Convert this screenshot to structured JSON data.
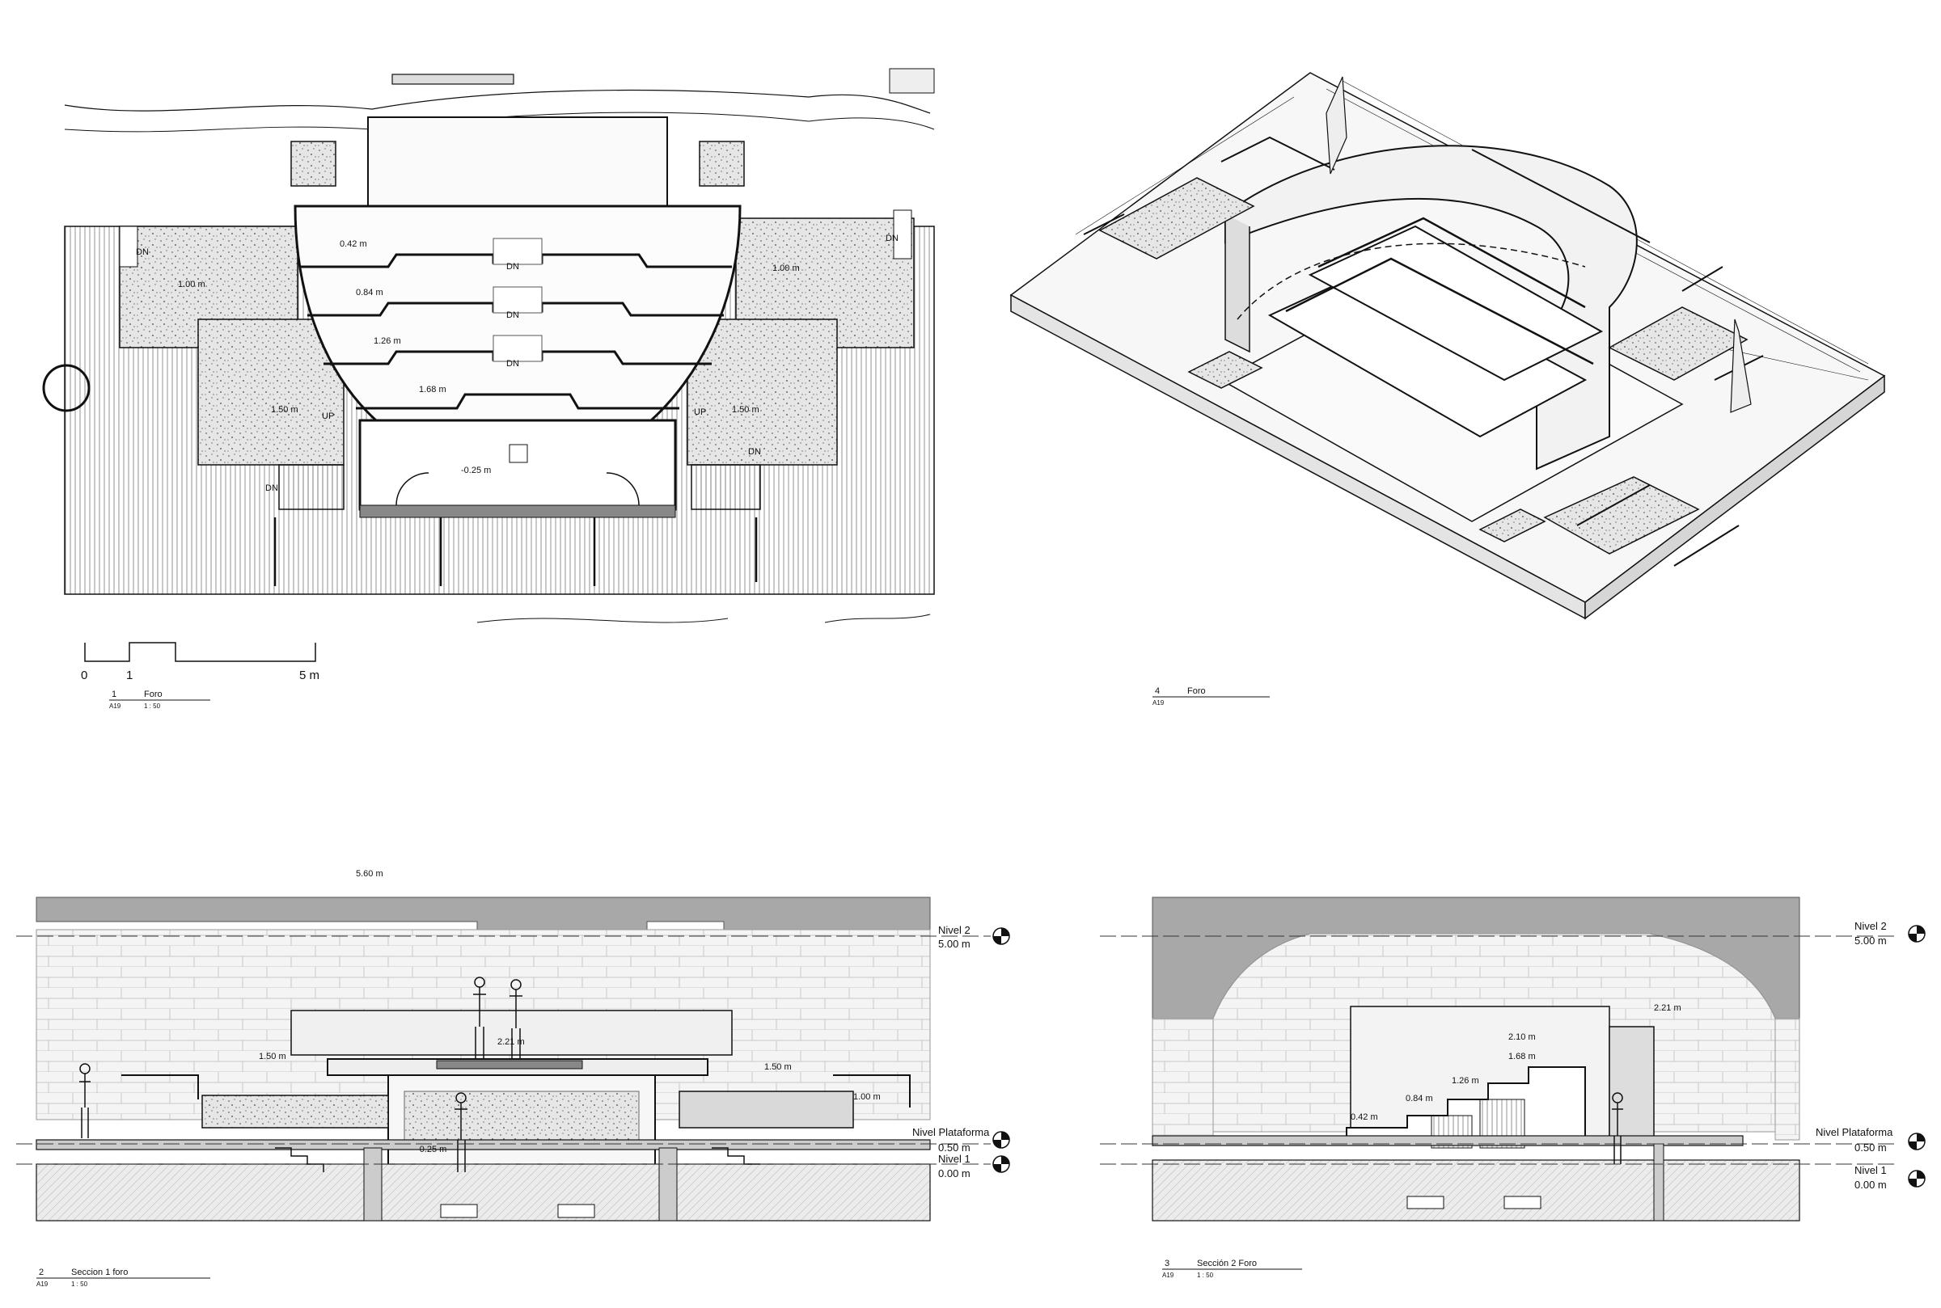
{
  "views": {
    "plan": {
      "number": "1",
      "sheet": "A19",
      "title": "Foro",
      "scale": "1 : 50",
      "levels": [
        "0.42 m",
        "0.84 m",
        "1.26 m",
        "1.68 m",
        "-0.25 m",
        "1.00 m",
        "1.00 m",
        "1.50 m",
        "1.50 m"
      ],
      "stair_labels": {
        "dn": "DN",
        "up": "UP"
      },
      "scalebar": {
        "zero": "0",
        "one": "1",
        "five": "5 m"
      }
    },
    "axon": {
      "number": "4",
      "sheet": "A19",
      "title": "Foro"
    },
    "section1": {
      "number": "2",
      "sheet": "A19",
      "title": "Seccion 1 foro",
      "scale": "1 : 50",
      "dims": [
        "5.60 m",
        "2.21 m",
        "1.50 m",
        "1.50 m",
        "1.00 m",
        "-0.25 m"
      ]
    },
    "section2": {
      "number": "3",
      "sheet": "A19",
      "title": "Sección 2 Foro",
      "scale": "1 : 50",
      "dims": [
        "2.21 m",
        "2.10 m",
        "1.68 m",
        "1.26 m",
        "0.84 m",
        "0.42 m"
      ]
    }
  },
  "level_markers": {
    "nivel2": {
      "name": "Nivel 2",
      "value": "5.00 m"
    },
    "plataforma": {
      "name": "Nivel Plataforma",
      "value": "0.50 m"
    },
    "nivel1": {
      "name": "Nivel 1",
      "value": "0.00 m"
    }
  }
}
